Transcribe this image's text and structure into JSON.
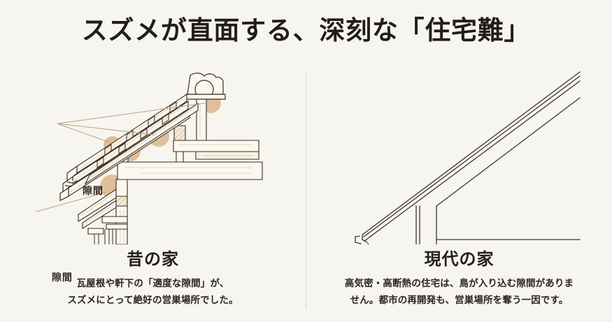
{
  "title": "スズメが直面する、深刻な「住宅難」",
  "colors": {
    "background": "#f7f5ef",
    "title_text": "#211d18",
    "divider": "#d9d6cc",
    "old_house_outline": "#3a2f22",
    "old_house_fill": "#fbf8f0",
    "old_house_shade": "#e8dcc5",
    "gap_marker": "#ddbd95",
    "leader_line": "#b8a285",
    "modern_house_line": "#3b352c",
    "caption_text": "#2a251e"
  },
  "panels": [
    {
      "id": "old",
      "heading": "昔の家",
      "body_lines": [
        "瓦屋根や軒下の「適度な隙間」が、",
        "スズメにとって絶好の営巣場所でした。"
      ],
      "illustration": "traditional-japanese-tiled-roof-cross-section",
      "gap_labels": [
        {
          "text": "隙間",
          "position": "upper-left"
        },
        {
          "text": "隙間",
          "position": "lower-left"
        }
      ],
      "gap_marker_count": 5
    },
    {
      "id": "modern",
      "heading": "現代の家",
      "body_lines": [
        "高気密・高断熱の住宅は、鳥が入り込む隙間がありま",
        "せん。都市の再開発も、営巣場所を奪う一因です。"
      ],
      "illustration": "modern-house-eave-line-drawing",
      "gap_labels": [],
      "gap_marker_count": 0
    }
  ]
}
